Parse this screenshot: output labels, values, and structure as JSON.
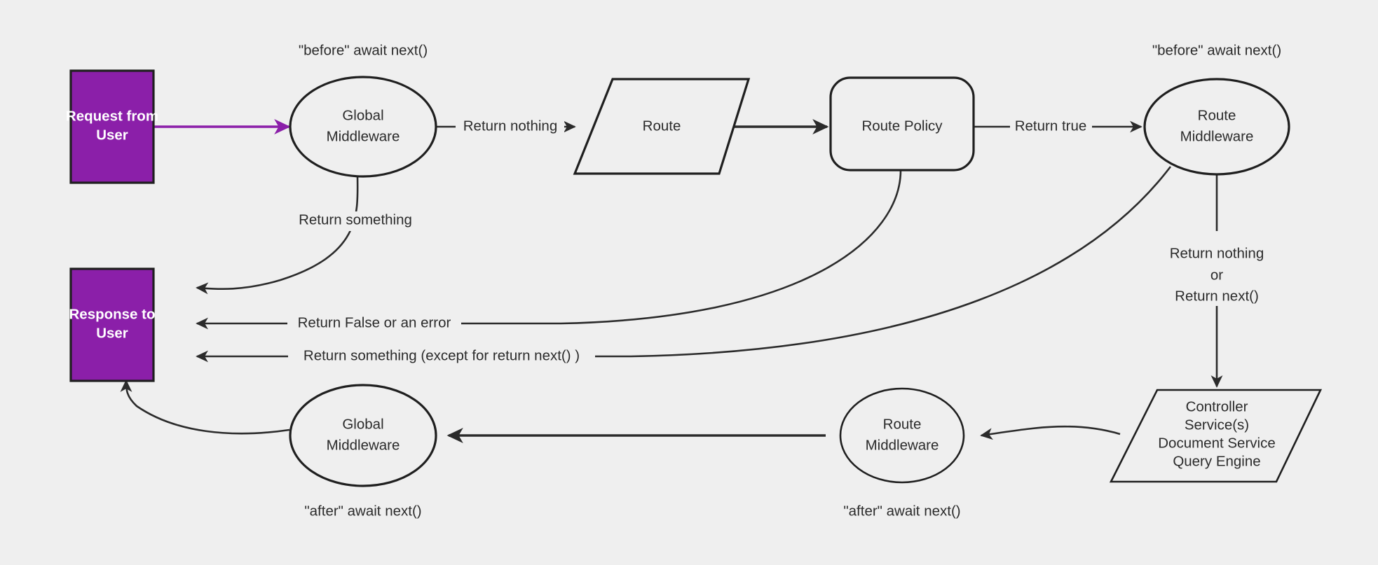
{
  "diagram": {
    "title": "Request / Response middleware lifecycle flowchart",
    "background_color": "#efefef",
    "accent_color": "#8B1FA9",
    "stroke_color": "#2b2b2b",
    "nodes": {
      "request_from_user": {
        "label_line1": "Request from",
        "label_line2": "User",
        "shape": "rectangle",
        "fill": "#8B1FA9"
      },
      "response_to_user": {
        "label_line1": "Response to",
        "label_line2": "User",
        "shape": "rectangle",
        "fill": "#8B1FA9"
      },
      "global_middleware_before": {
        "label_line1": "Global",
        "label_line2": "Middleware",
        "shape": "ellipse"
      },
      "route": {
        "label_line1": "Route",
        "shape": "parallelogram"
      },
      "route_policy": {
        "label_line1": "Route Policy",
        "shape": "rounded-rectangle"
      },
      "route_middleware_before": {
        "label_line1": "Route",
        "label_line2": "Middleware",
        "shape": "ellipse"
      },
      "controller": {
        "label_line1": "Controller",
        "label_line2": "Service(s)",
        "label_line3": "Document Service",
        "label_line4": "Query Engine",
        "shape": "parallelogram"
      },
      "route_middleware_after": {
        "label_line1": "Route",
        "label_line2": "Middleware",
        "shape": "ellipse"
      },
      "global_middleware_after": {
        "label_line1": "Global",
        "label_line2": "Middleware",
        "shape": "ellipse"
      }
    },
    "annotations": {
      "before_await_next_left": "\"before\" await next()",
      "before_await_next_right": "\"before\" await next()",
      "after_await_next_left": "\"after\" await next()",
      "after_await_next_right": "\"after\" await next()"
    },
    "edge_labels": {
      "return_nothing": "Return nothing",
      "return_true": "Return true",
      "return_something": "Return something",
      "return_false_or_error": "Return False or an error",
      "return_something_except_next": "Return something (except for return next() )",
      "return_nothing_or_line1": "Return nothing",
      "return_nothing_or_line2": "or",
      "return_nothing_or_line3": "Return next()"
    }
  }
}
